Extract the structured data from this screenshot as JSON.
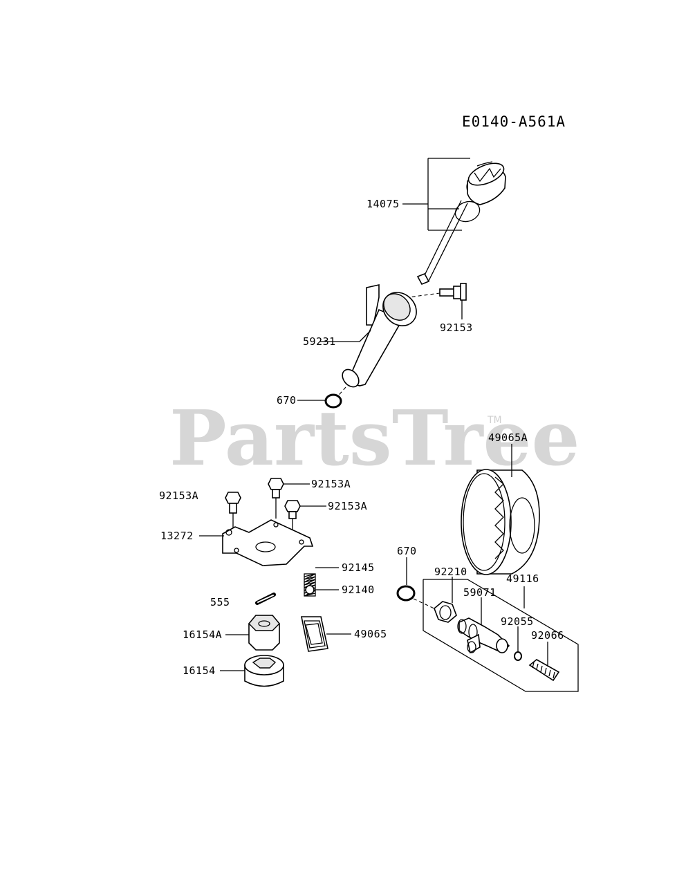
{
  "diagram": {
    "code": "E0140-A561A",
    "watermark": {
      "brand": "PartsTree",
      "trademark": "TM"
    },
    "labels": {
      "p14075": "14075",
      "p92153": "92153",
      "p59231": "59231",
      "p670_top": "670",
      "p49065A": "49065A",
      "p92153A_1": "92153A",
      "p92153A_2": "92153A",
      "p92153A_3": "92153A",
      "p13272": "13272",
      "p92145": "92145",
      "p92140": "92140",
      "p555": "555",
      "p16154A": "16154A",
      "p49065": "49065",
      "p16154": "16154",
      "p670_right": "670",
      "p49116": "49116",
      "p92210": "92210",
      "p59071": "59071",
      "p92055": "92055",
      "p92066": "92066"
    }
  }
}
